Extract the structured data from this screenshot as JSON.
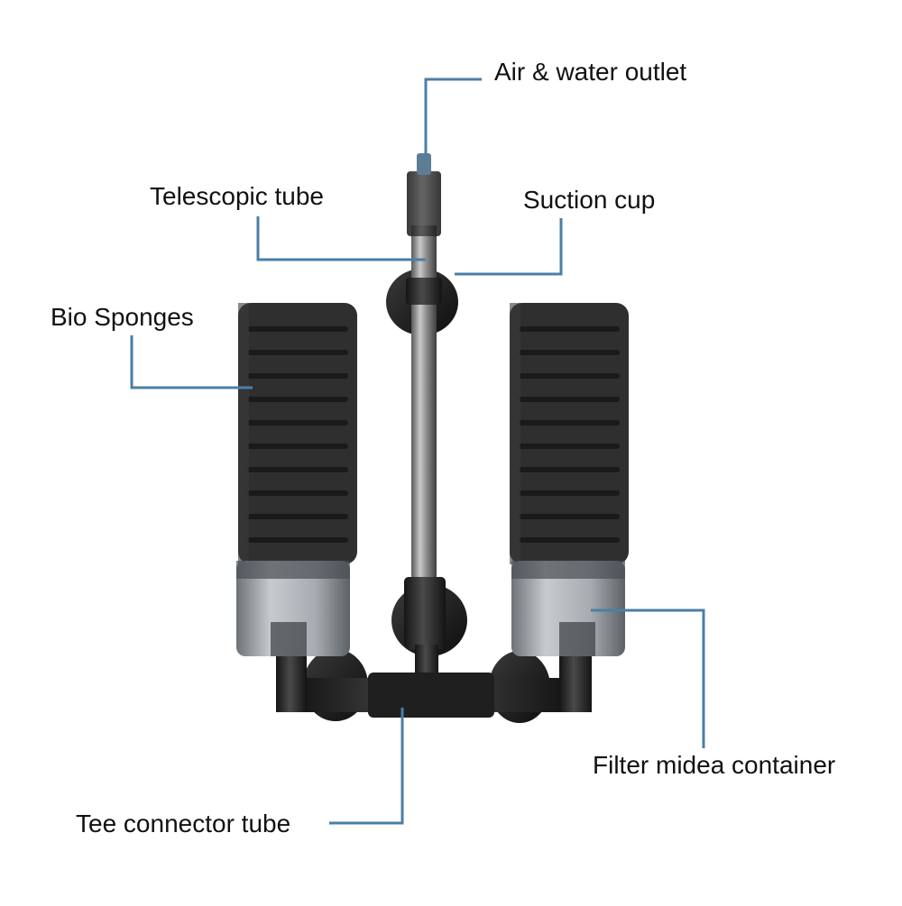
{
  "labels": {
    "air_water_outlet": "Air & water outlet",
    "telescopic_tube": "Telescopic tube",
    "suction_cup": "Suction cup",
    "bio_sponges": "Bio Sponges",
    "filter_media_container": "Filter midea container",
    "tee_connector_tube": "Tee connector tube"
  },
  "colors": {
    "leader_line": "#4a7fa5",
    "sponge": "#2e2e2e",
    "container": "#8a8f94",
    "fittings": "#1e1e1e",
    "tube": "#9a9a9a"
  }
}
